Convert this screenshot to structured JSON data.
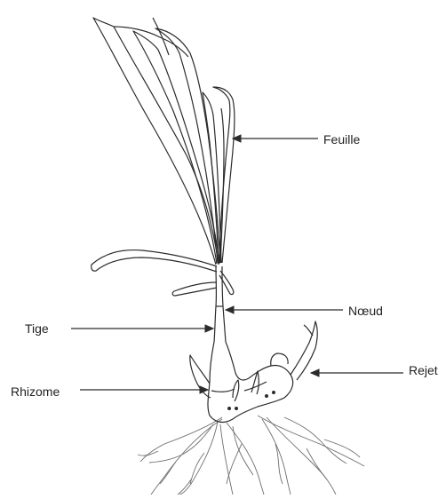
{
  "labels": {
    "feuille": "Feuille",
    "noeud": "Nœud",
    "tige": "Tige",
    "rejet": "Rejet",
    "rhizome": "Rhizome"
  },
  "colors": {
    "line": "#2b2b2b",
    "root": "#6e6e6e",
    "background": "#ffffff"
  }
}
